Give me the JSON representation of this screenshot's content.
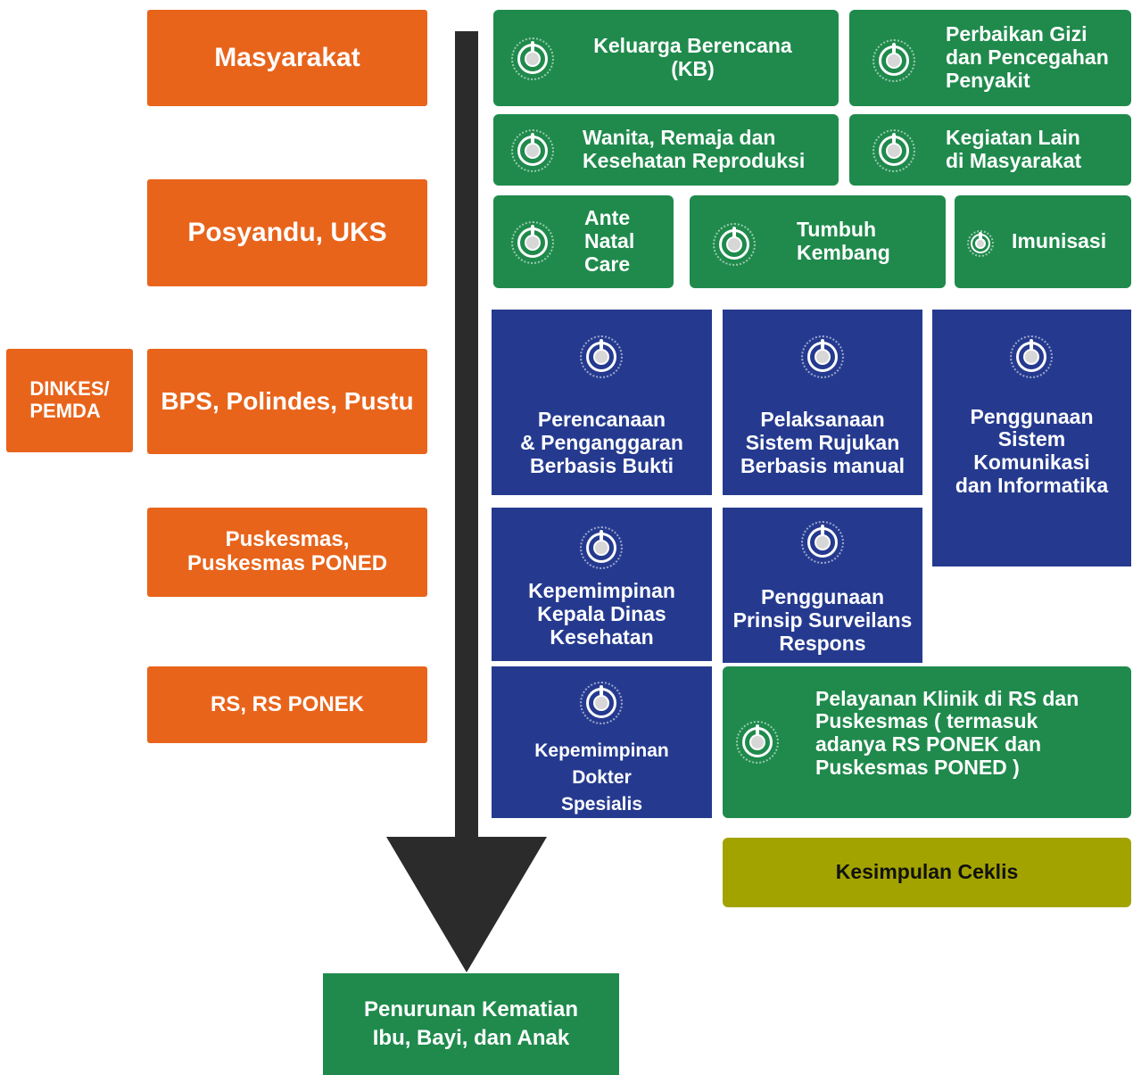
{
  "levels": {
    "masyarakat": "Masyarakat",
    "posyandu": "Posyandu, UKS",
    "dinkes": "DINKES/\nPEMDA",
    "bps": "BPS, Polindes, Pustu",
    "puskesmas": "Puskesmas,\nPuskesmas PONED",
    "rs": "RS, RS PONEK"
  },
  "community_programs": {
    "kb": "Keluarga Berencana\n(KB)",
    "gizi": "Perbaikan Gizi\ndan Pencegahan\nPenyakit",
    "wanita": "Wanita, Remaja dan\nKesehatan Reproduksi",
    "kegiatan": "Kegiatan Lain\ndi Masyarakat",
    "anc": "Ante\nNatal\nCare",
    "tumbuh": "Tumbuh\nKembang",
    "imunisasi": "Imunisasi"
  },
  "system_programs": {
    "perencanaan": "Perencanaan\n& Penganggaran\nBerbasis Bukti",
    "rujukan": "Pelaksanaan\nSistem Rujukan\nBerbasis manual",
    "komunikasi": "Penggunaan\nSistem\nKomunikasi\ndan Informatika",
    "kepemimpinan_kadin": "Kepemimpinan\nKepala Dinas\nKesehatan",
    "surveilans": "Penggunaan\nPrinsip Surveilans\nRespons",
    "kepemimpinan_dokter": "Kepemimpinan\nDokter\nSpesialis",
    "klinik": "Pelayanan Klinik di RS dan\nPuskesmas ( termasuk\nadanya RS PONEK dan\nPuskesmas PONED )"
  },
  "conclusion": "Kesimpulan Ceklis",
  "outcome": "Penurunan Kematian\nIbu, Bayi, dan Anak",
  "colors": {
    "orange": "#e8641b",
    "green": "#1f8a4c",
    "blue": "#253a8f",
    "olive": "#a3a300",
    "arrow": "#2b2b2b"
  }
}
